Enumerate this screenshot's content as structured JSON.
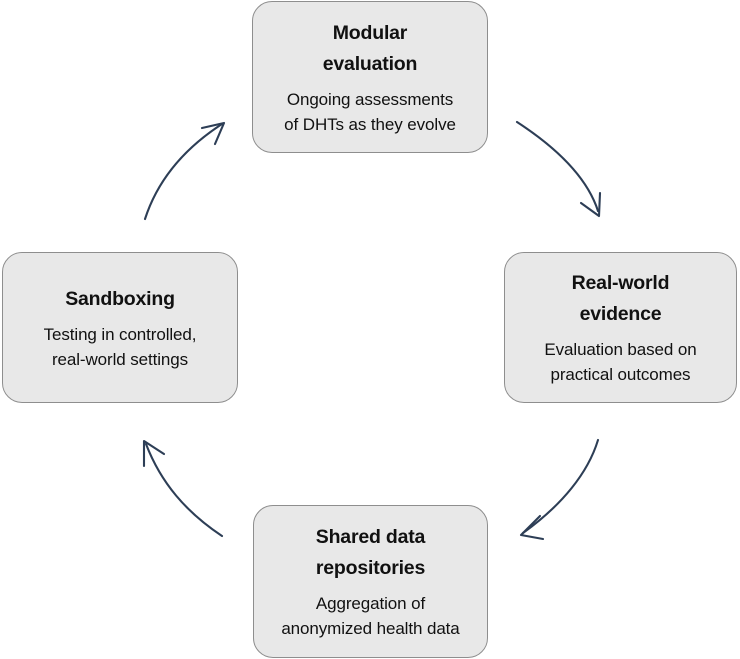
{
  "diagram": {
    "type": "cyclical-process",
    "background_color": "#ffffff",
    "node_fill_color": "#e8e8e8",
    "node_border_color": "#8e8e8e",
    "arrow_color": "#2d3e56",
    "text_color": "#111111",
    "nodes": [
      {
        "id": "modular-evaluation",
        "position": "top",
        "title": "Modular\nevaluation",
        "description": "Ongoing assessments\nof DHTs as they evolve"
      },
      {
        "id": "real-world-evidence",
        "position": "right",
        "title": "Real-world\nevidence",
        "description": "Evaluation based on\npractical outcomes"
      },
      {
        "id": "shared-data-repositories",
        "position": "bottom",
        "title": "Shared data\nrepositories",
        "description": "Aggregation of\nanonymized health data"
      },
      {
        "id": "sandboxing",
        "position": "left",
        "title": "Sandboxing",
        "description": "Testing in controlled,\nreal-world settings"
      }
    ],
    "arrows": [
      {
        "id": "arrow-modular-to-realworld",
        "from": "modular-evaluation",
        "to": "real-world-evidence",
        "direction": "clockwise"
      },
      {
        "id": "arrow-realworld-to-shareddata",
        "from": "real-world-evidence",
        "to": "shared-data-repositories",
        "direction": "clockwise"
      },
      {
        "id": "arrow-shareddata-to-sandboxing",
        "from": "shared-data-repositories",
        "to": "sandboxing",
        "direction": "clockwise"
      },
      {
        "id": "arrow-sandboxing-to-modular",
        "from": "sandboxing",
        "to": "modular-evaluation",
        "direction": "clockwise"
      }
    ]
  }
}
